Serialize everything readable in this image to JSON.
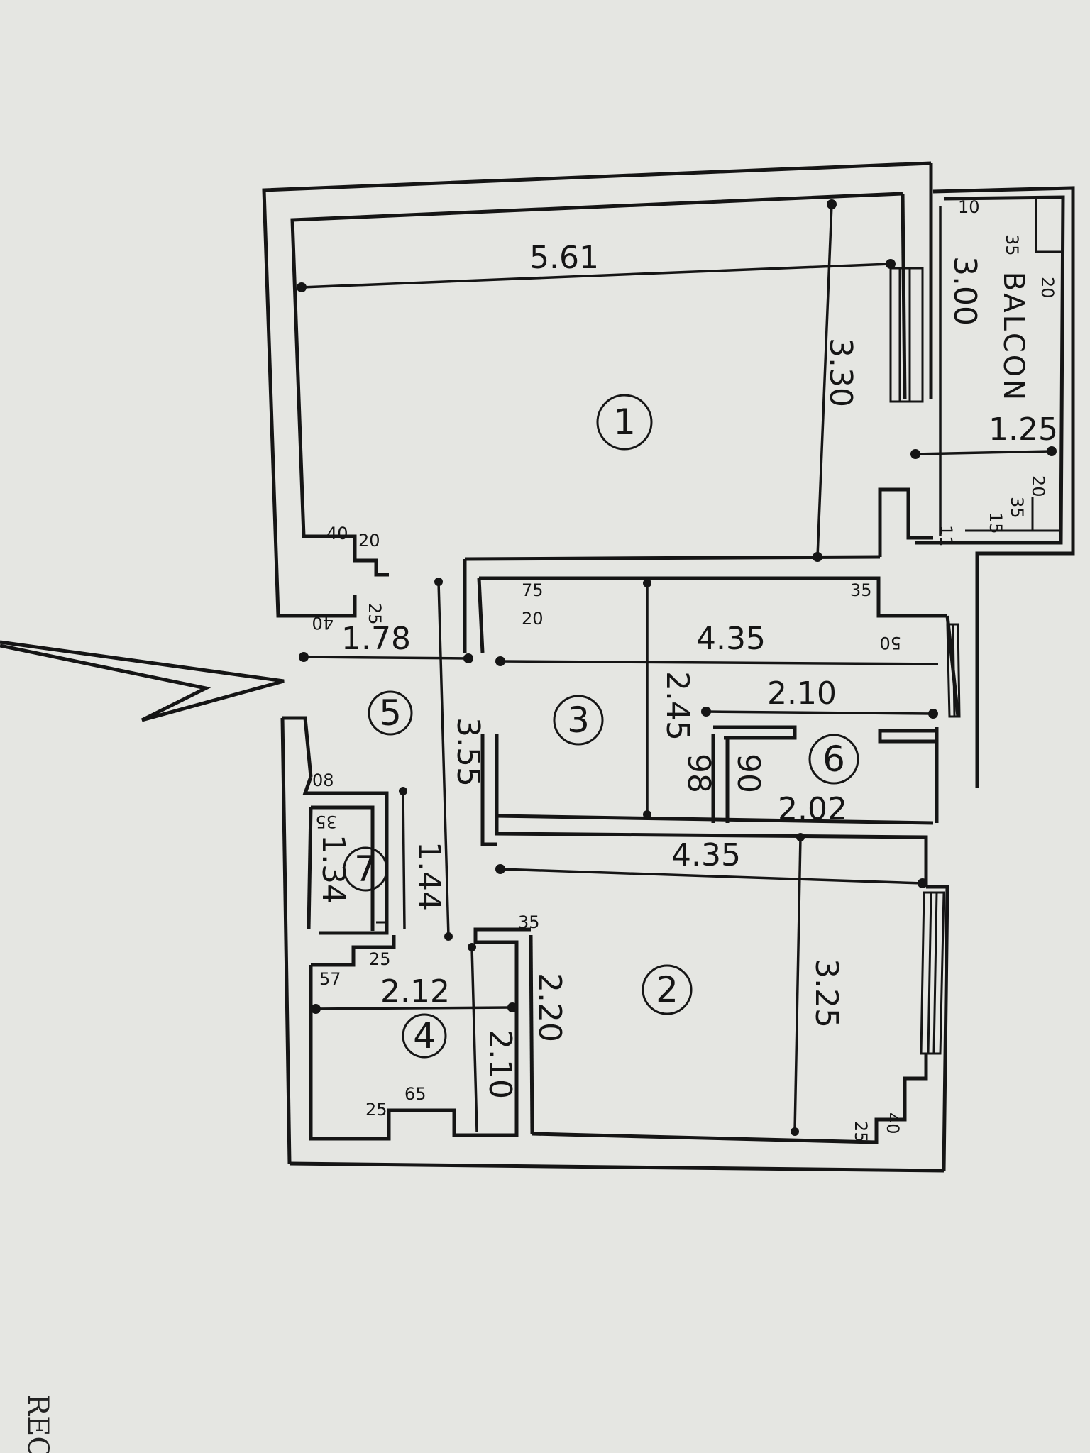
{
  "plan": {
    "rooms": [
      {
        "label": "1"
      },
      {
        "label": "2"
      },
      {
        "label": "3"
      },
      {
        "label": "4"
      },
      {
        "label": "5"
      },
      {
        "label": "6"
      },
      {
        "label": "7"
      }
    ],
    "balcony_label": "BALCON",
    "dimensions": {
      "r1_length": "5.61",
      "r1_width": "3.30",
      "balcon_length": "3.00",
      "balcon_width": "1.25",
      "hall_width": "1.78",
      "hall_length": "3.55",
      "r3_length": "4.35",
      "r3_width": "2.45",
      "r6_length_top": "2.10",
      "r6_length_bottom": "2.02",
      "r6_width": "90",
      "r3_door": "98",
      "r2_length": "4.35",
      "r2_width": "3.25",
      "r7_width": "1.34",
      "r7_length": "1.44",
      "r4_length": "2.12",
      "r4_width": "2.10",
      "r4_wall": "2.20"
    },
    "small_marks": {
      "m40_a": "40",
      "m20_a": "20",
      "m25_a": "25",
      "m40_b": "40",
      "m75": "75",
      "m20_b": "20",
      "m35_a": "35",
      "m50": "50",
      "m10_a": "10",
      "m35_b": "35",
      "m20_c": "20",
      "m20_d": "20",
      "m35_c": "35",
      "m15": "15",
      "m11": "11",
      "m08": "08",
      "m35_d": "35",
      "m25_b": "25",
      "m57": "57",
      "m35_e": "35",
      "m65": "65",
      "m25_c": "25",
      "m40_c": "40",
      "m25_d": "25"
    },
    "edge_text": "REC"
  }
}
